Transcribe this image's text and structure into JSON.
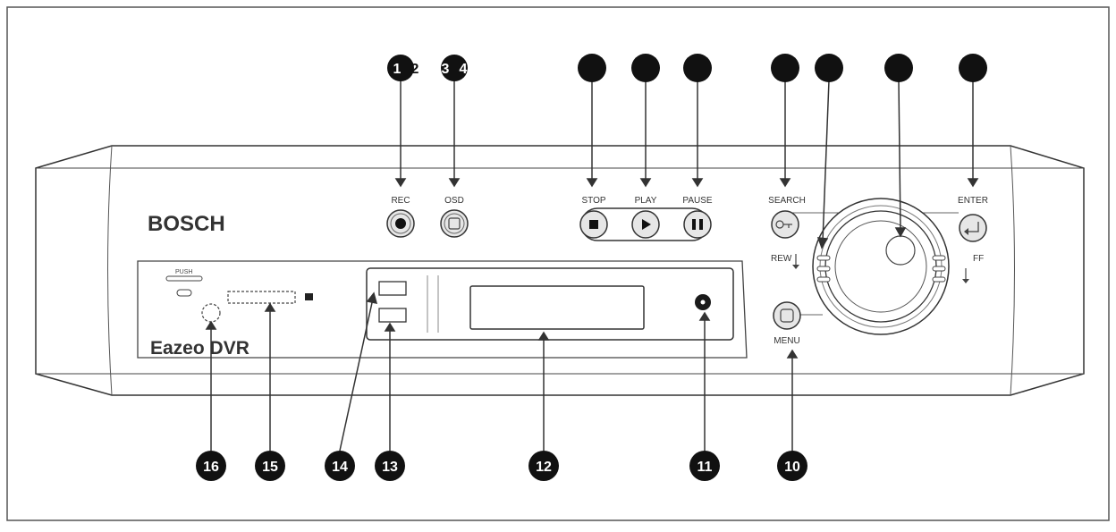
{
  "panel": {
    "brand": "BOSCH",
    "model": "Eazeo DVR",
    "push_label": "PUSH"
  },
  "button_labels": {
    "rec": "REC",
    "osd": "OSD",
    "stop": "STOP",
    "play": "PLAY",
    "pause": "PAUSE",
    "search": "SEARCH",
    "enter": "ENTER",
    "menu": "MENU",
    "rew": "REW",
    "ff": "FF"
  },
  "callouts": {
    "c1": "1",
    "c2": "2",
    "c3": "3",
    "c4": "4",
    "c10": "10",
    "c11": "11",
    "c12": "12",
    "c13": "13",
    "c14": "14",
    "c15": "15",
    "c16": "16"
  },
  "colors": {
    "line": "#333333",
    "callout_fill": "#111111",
    "button_fill": "#e6e6e6"
  }
}
